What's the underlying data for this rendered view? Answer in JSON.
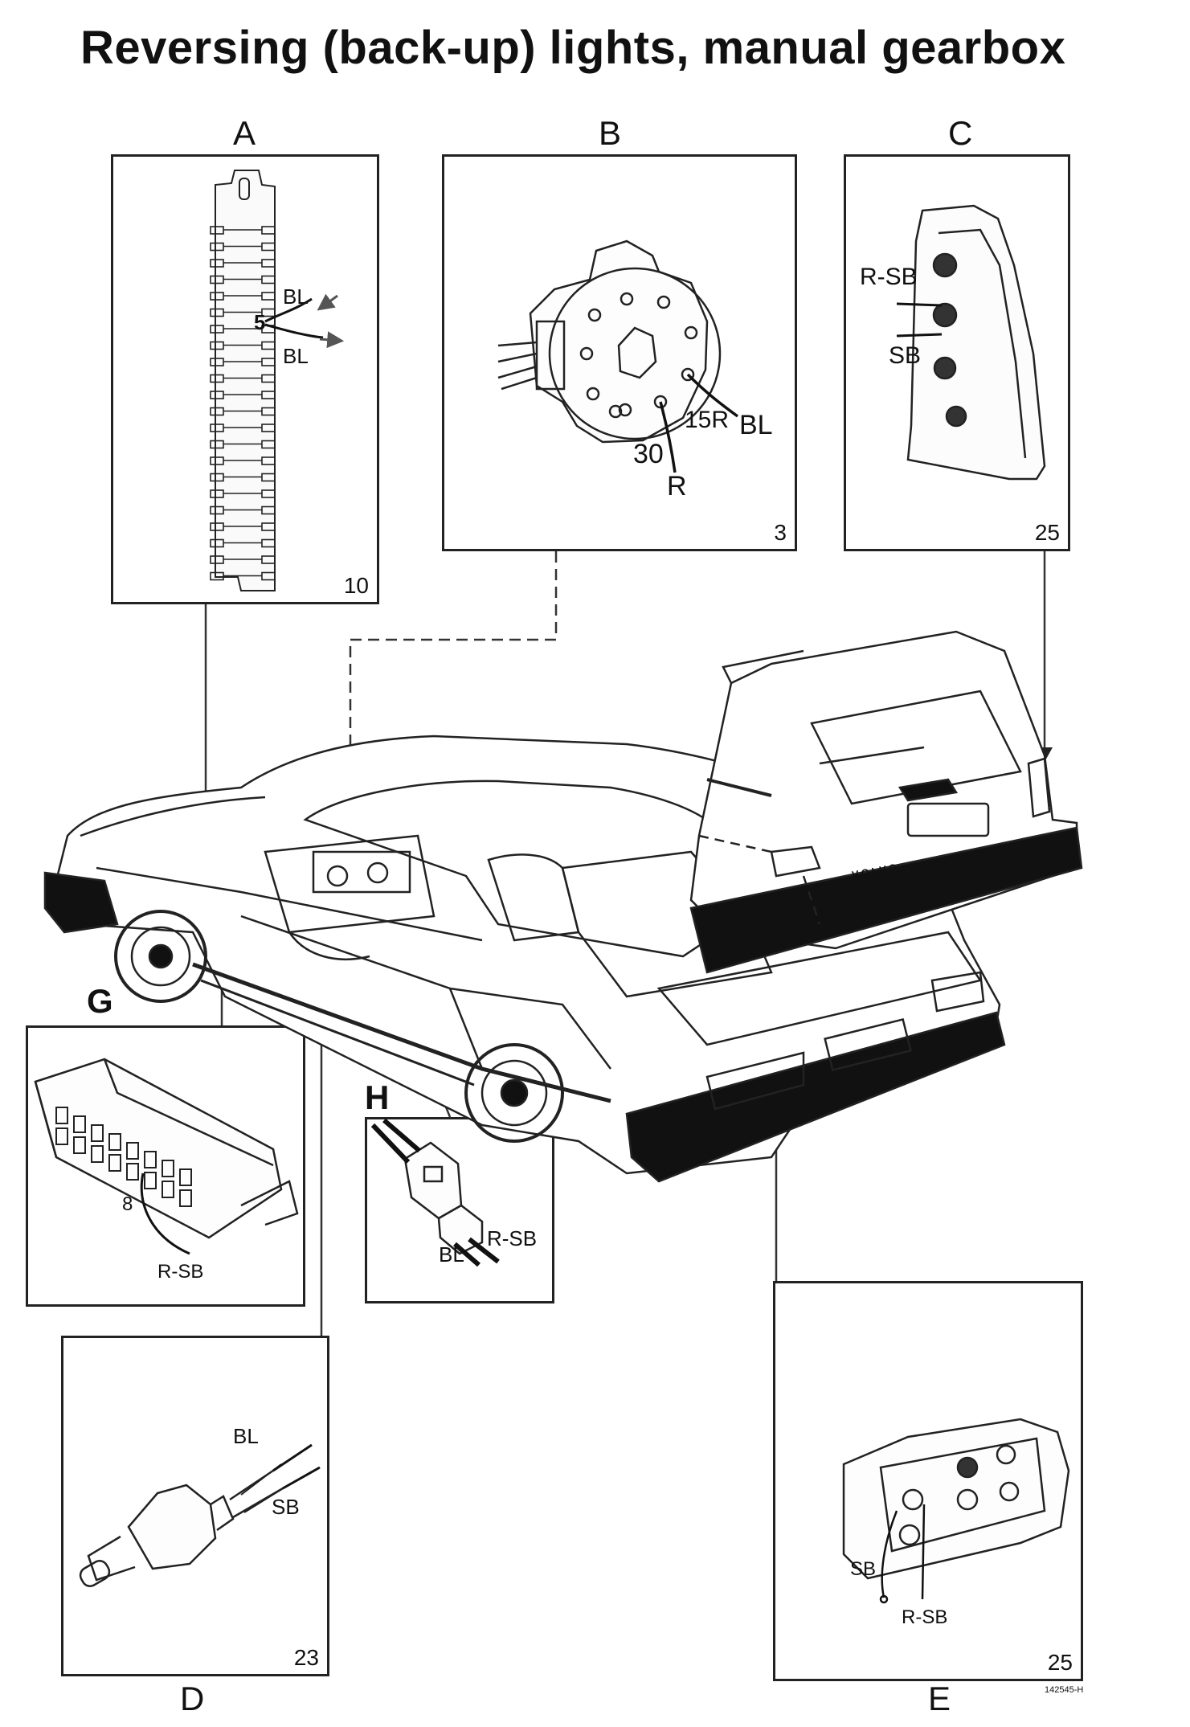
{
  "title": "Reversing (back-up) lights, manual gearbox",
  "panels": {
    "A": {
      "letter": "A",
      "number": "10",
      "wire_top": "BL",
      "wire_bottom": "BL",
      "terminal": "5"
    },
    "B": {
      "letter": "B",
      "number": "3",
      "t30": "30",
      "t15r": "15R",
      "wire_r": "R",
      "wire_bl": "BL"
    },
    "C": {
      "letter": "C",
      "number": "25",
      "wire_rsb": "R-SB",
      "wire_sb": "SB"
    },
    "D": {
      "letter": "D",
      "number": "23",
      "wire_bl": "BL",
      "wire_sb": "SB"
    },
    "E": {
      "letter": "E",
      "number": "25",
      "wire_sb": "SB",
      "wire_rsb": "R-SB"
    },
    "G": {
      "letter": "G",
      "pin": "8",
      "wire_rsb": "R-SB"
    },
    "H": {
      "letter": "H",
      "wire_bl": "BL",
      "wire_rsb": "R-SB"
    }
  },
  "car": {
    "badge": "VOLVO"
  },
  "ref_code": "142545-H"
}
